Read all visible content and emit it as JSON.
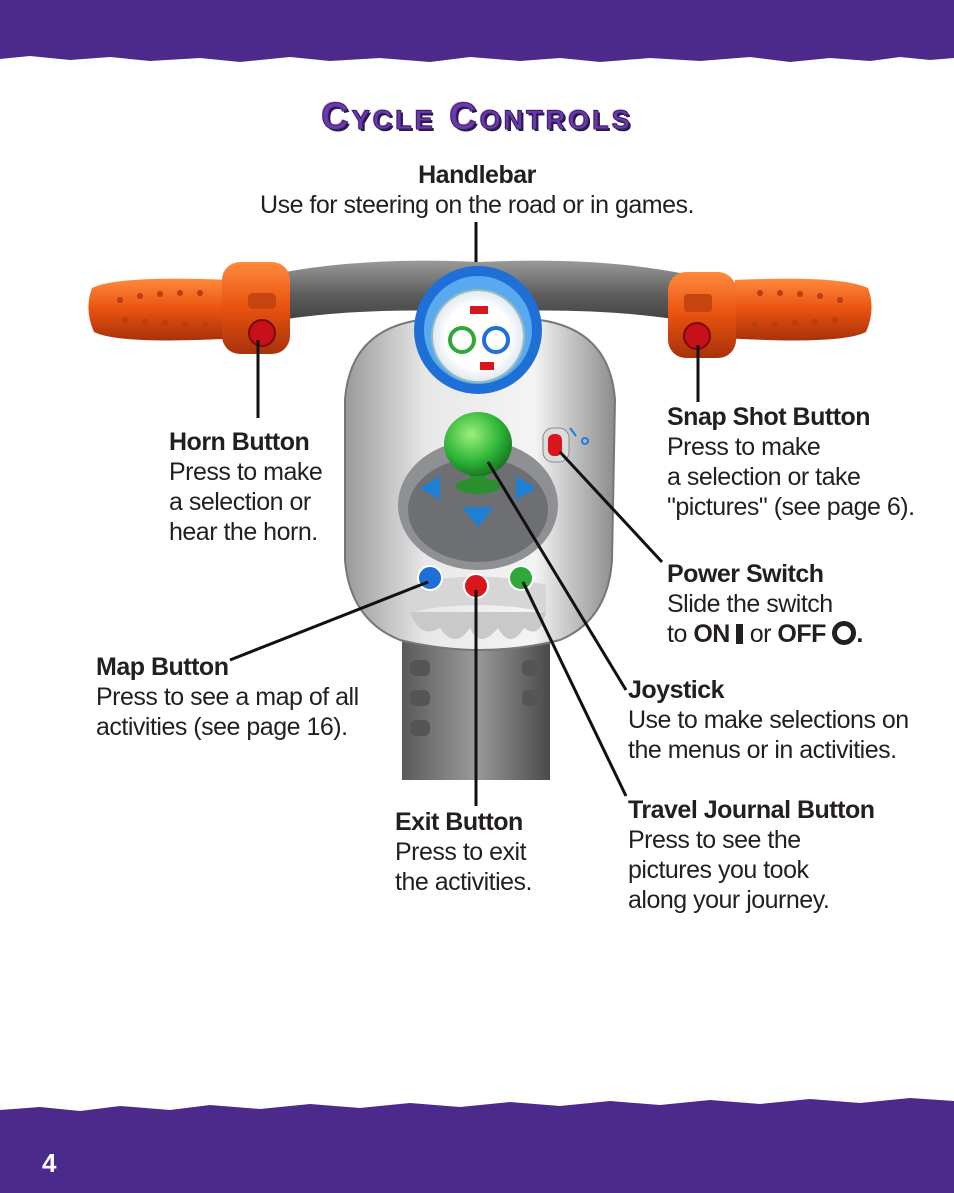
{
  "page": {
    "title": "Cycle Controls",
    "page_number": "4",
    "accent_color": "#4b2a8c"
  },
  "callouts": {
    "handlebar": {
      "heading": "Handlebar",
      "lines": [
        "Use for steering on the road or in games."
      ]
    },
    "horn": {
      "heading": "Horn Button",
      "lines": [
        "Press to make",
        "a selection or",
        "hear the horn."
      ]
    },
    "snapshot": {
      "heading": "Snap Shot Button",
      "lines": [
        "Press to make",
        "a selection or take",
        "\"pictures\" (see page 6)."
      ]
    },
    "power": {
      "heading": "Power Switch",
      "lines": [
        "Slide the switch"
      ],
      "to_word": "to",
      "on_label": "ON",
      "or_word": "or",
      "off_label": "OFF",
      "period": "."
    },
    "map": {
      "heading": "Map Button",
      "lines": [
        "Press to see a map of all",
        "activities (see page 16)."
      ]
    },
    "joystick": {
      "heading": "Joystick",
      "lines": [
        "Use to make selections on",
        "the menus or in activities."
      ]
    },
    "exit": {
      "heading": "Exit Button",
      "lines": [
        "Press to exit",
        "the activities."
      ]
    },
    "journal": {
      "heading": "Travel Journal Button",
      "lines": [
        "Press to see the",
        "pictures you took",
        "along your journey."
      ]
    }
  },
  "icons": [
    "horn-icon",
    "camera-icon",
    "map-icon",
    "exit-icon",
    "journal-icon",
    "power-on-icon",
    "power-off-icon"
  ]
}
